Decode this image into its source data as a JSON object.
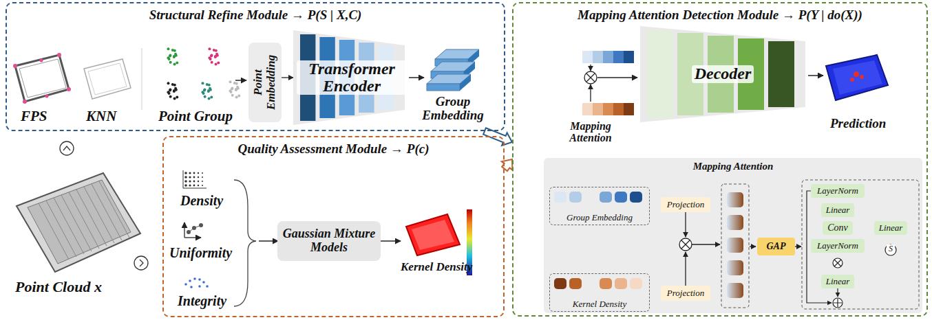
{
  "diagram": {
    "nodes": [
      {
        "text": [
          "Structural Refine Module → P(S | X,C)"
        ]
      },
      {
        "text": [
          "Point Embedding"
        ],
        "in": 0
      },
      {
        "text": [
          "Transformer Encoder"
        ],
        "in": 0
      },
      {
        "text": [
          "Quality Assessment Module → P(c)"
        ]
      },
      {
        "text": [
          "Gaussian Mixture Models"
        ],
        "in": 3
      },
      {
        "text": [
          "Mapping Attention Detection Module → P(Y | do(X))"
        ]
      },
      {
        "text": [
          "Decoder"
        ],
        "in": 5
      },
      {
        "text": [
          "Mapping Attention"
        ],
        "in": 5
      },
      {
        "text": [
          "Group Embedding"
        ],
        "in": 7
      },
      {
        "text": [
          "Kernel Density"
        ],
        "in": 7
      },
      {
        "text": [
          "Projection"
        ],
        "in": 7
      },
      {
        "text": [
          "Projection"
        ],
        "in": 7
      },
      {
        "text": [
          "GAP"
        ],
        "in": 7
      },
      {
        "text": [
          "LayerNorm"
        ],
        "in": 7
      },
      {
        "text": [
          "Linear"
        ],
        "in": 7
      },
      {
        "text": [
          "Conv"
        ],
        "in": 7
      },
      {
        "text": [
          "LayerNorm"
        ],
        "in": 7
      },
      {
        "text": [
          "Linear"
        ],
        "in": 7
      },
      {
        "text": [
          "Linear"
        ],
        "in": 7
      }
    ],
    "edges": [
      {
        "from": 1,
        "to": 2,
        "arrow": "to"
      },
      {
        "from": 8,
        "to": 10,
        "arrow": "to"
      },
      {
        "from": 9,
        "to": 11,
        "arrow": "to"
      },
      {
        "from": 13,
        "to": 14,
        "arrow": "to"
      },
      {
        "from": 14,
        "to": 15,
        "arrow": "to"
      },
      {
        "from": 15,
        "to": 16,
        "arrow": "to"
      },
      {
        "from": 16,
        "to": 18,
        "arrow": "to"
      },
      {
        "from": 13,
        "to": 17,
        "arrow": "to"
      },
      {
        "from": 17,
        "to": 18,
        "arrow": "to"
      },
      {
        "from": 0,
        "to": 5,
        "arrow": "to"
      },
      {
        "from": 3,
        "to": 5,
        "arrow": "to"
      }
    ],
    "labels": [
      "FPS",
      "KNN",
      "Point Group",
      "Group Embedding",
      "Point Cloud x",
      "Density",
      "Uniformity",
      "Integrity",
      "Kernel Density",
      "Mapping Attention",
      "Prediction",
      "S"
    ]
  }
}
